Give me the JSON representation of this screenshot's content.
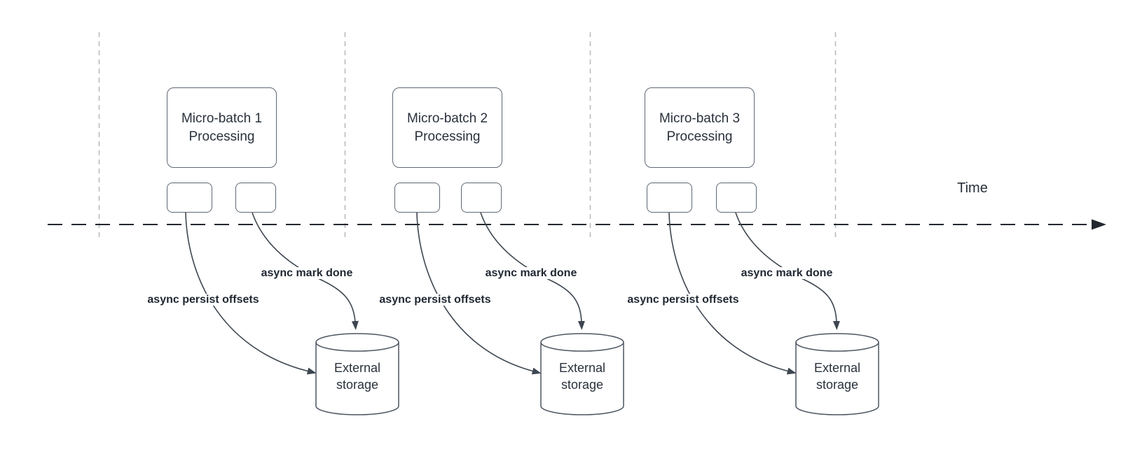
{
  "timeline": {
    "label": "Time"
  },
  "groups": [
    {
      "box_label": "Micro-batch 1 Processing",
      "persist_label": "async persist offsets",
      "mark_done_label": "async mark done",
      "storage_label": "External storage"
    },
    {
      "box_label": "Micro-batch 2 Processing",
      "persist_label": "async persist offsets",
      "mark_done_label": "async mark done",
      "storage_label": "External storage"
    },
    {
      "box_label": "Micro-batch 3 Processing",
      "persist_label": "async persist offsets",
      "mark_done_label": "async mark done",
      "storage_label": "External storage"
    }
  ],
  "colors": {
    "axis": "#23272e",
    "separator": "#b5b8bb",
    "shape_stroke": "#4d5561",
    "curve": "#3d4650",
    "text": "#2a313c"
  }
}
